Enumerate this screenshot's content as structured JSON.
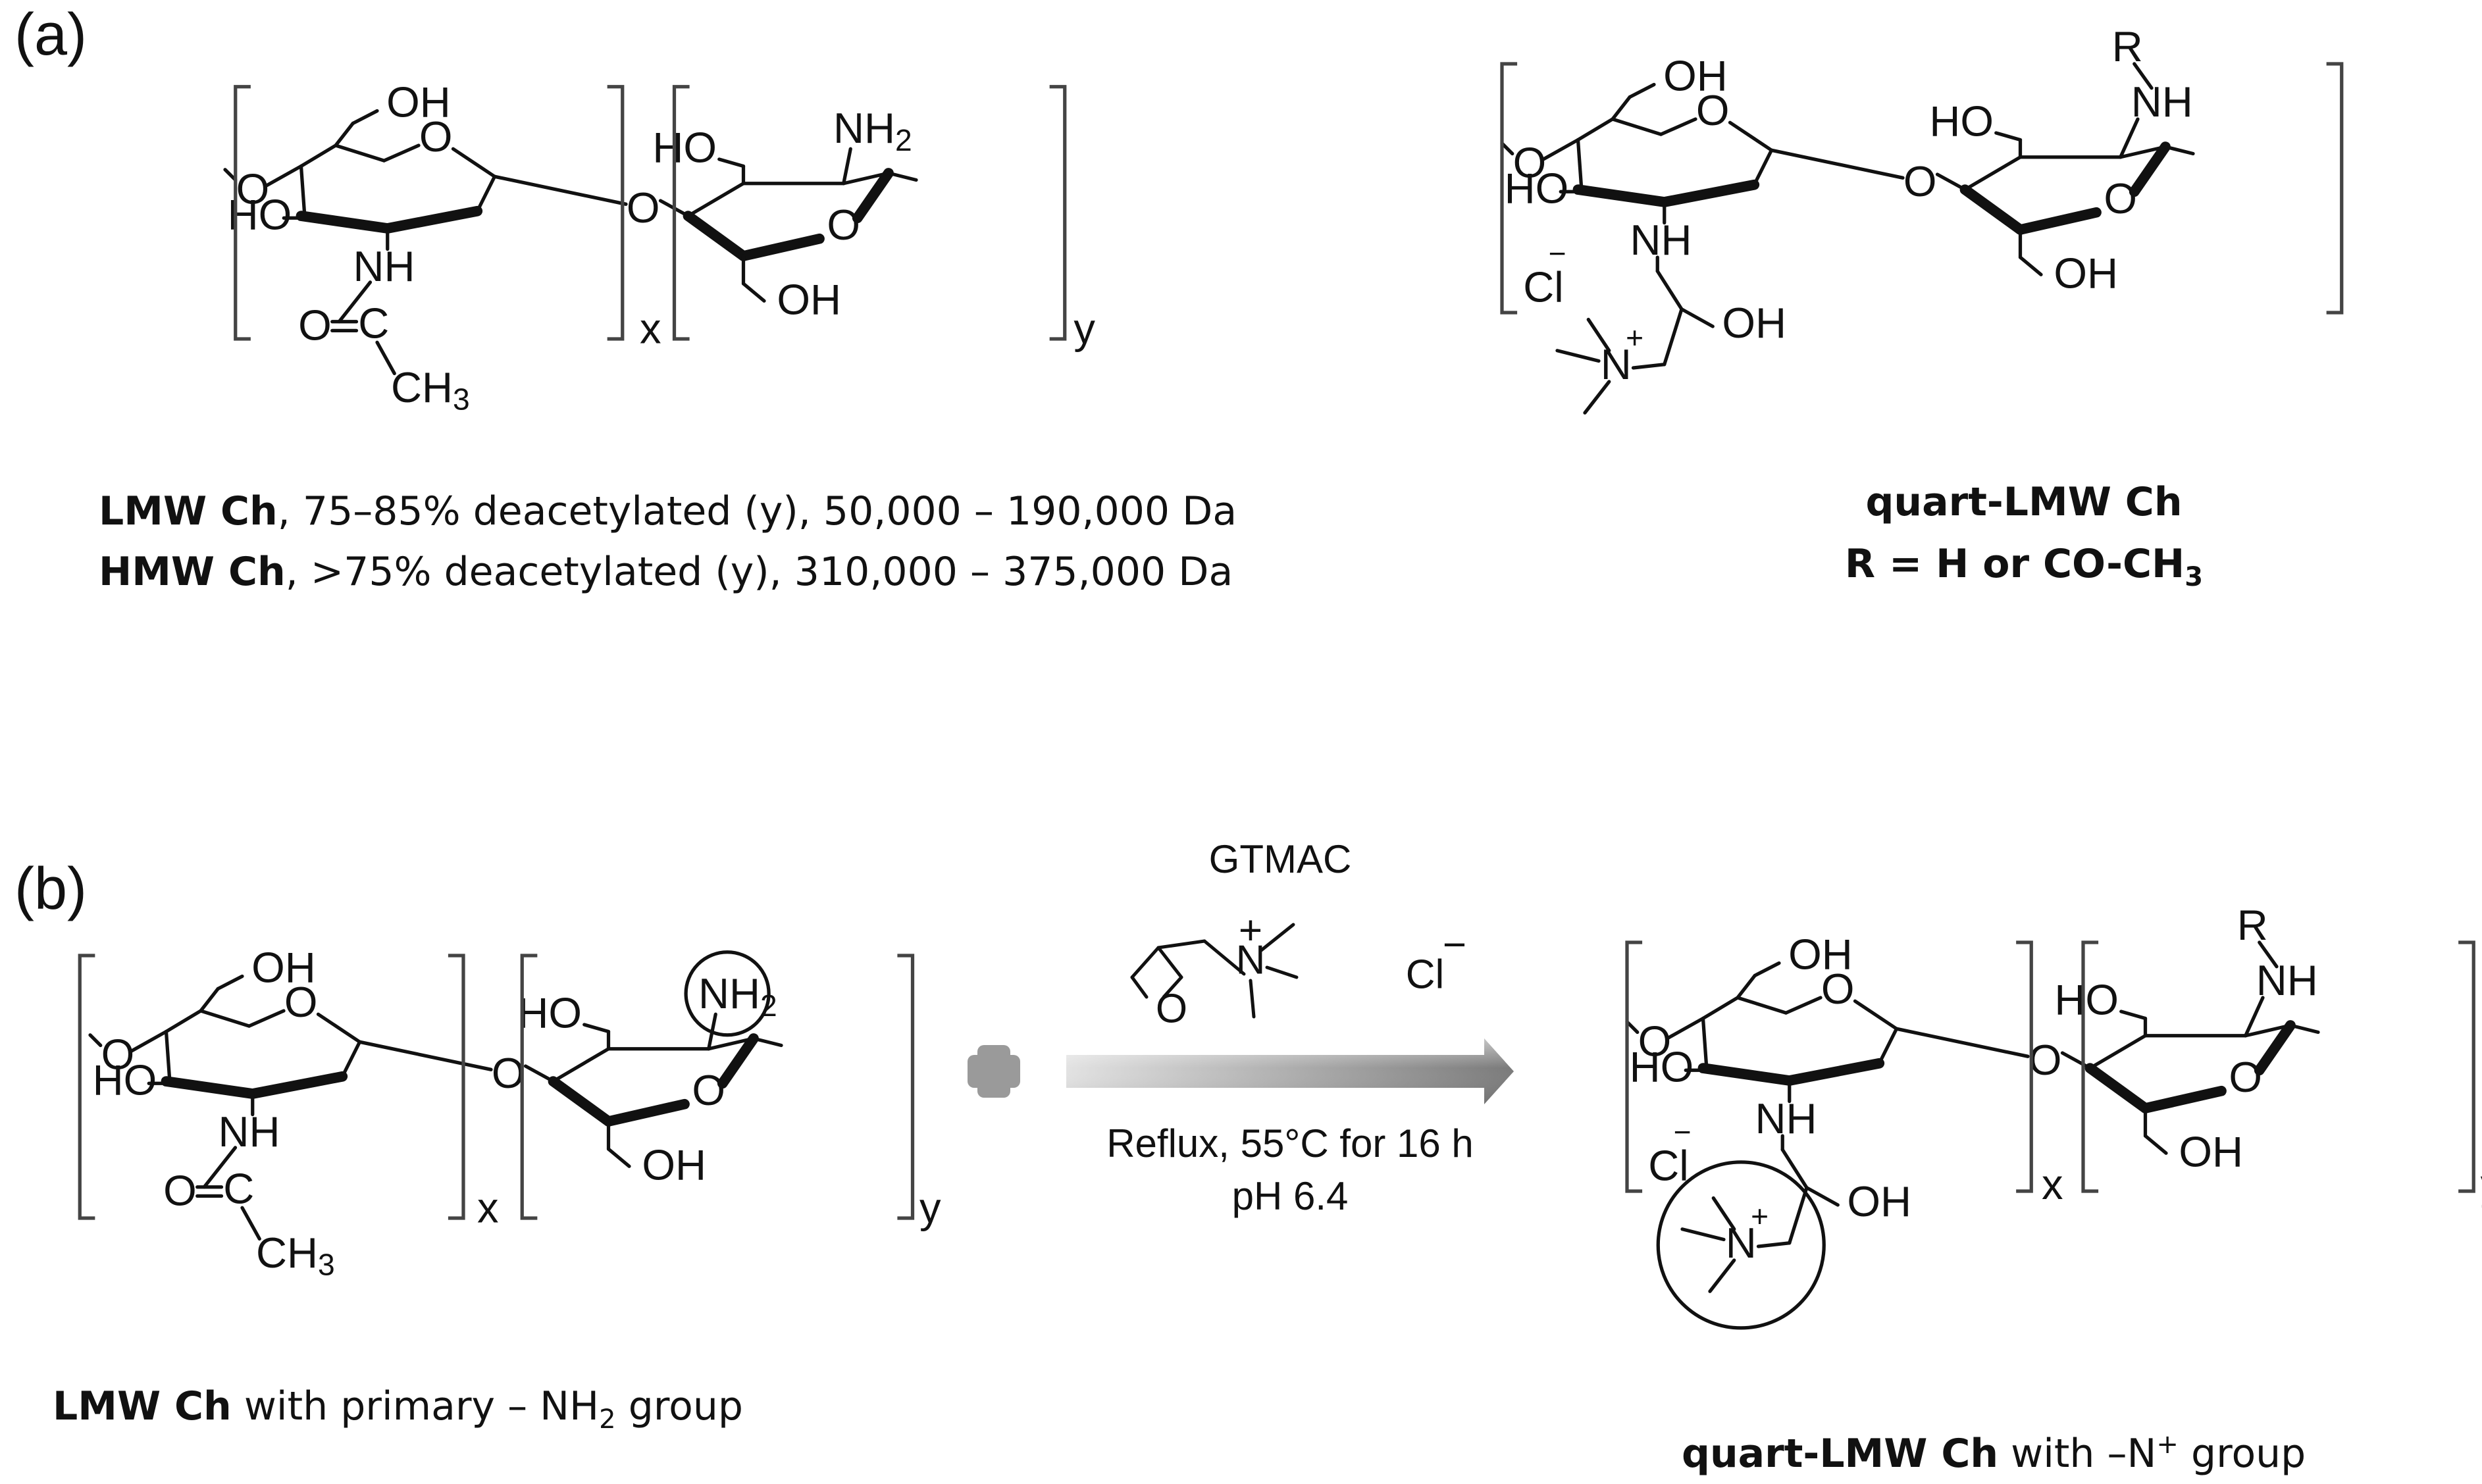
{
  "panels": {
    "a": {
      "label": "(a)",
      "caption_line1": {
        "bold": "LMW Ch",
        "rest": ", 75–85% deacetylated (y), 50,000 – 190,000 Da"
      },
      "caption_line2": {
        "bold": "HMW Ch",
        "rest": ", >75% deacetylated (y), 310,000 – 375,000 Da"
      },
      "product_name": "quart-LMW Ch",
      "r_definition": {
        "text": "R = H or CO-CH",
        "sub": "3"
      }
    },
    "b": {
      "label": "(b)",
      "reagent_name": "GTMAC",
      "reagent_charge": "+",
      "reagent_counterion": "Cl",
      "reagent_counterion_charge": "−",
      "conditions_line1": "Reflux, 55°C for 16 h",
      "conditions_line2": "pH 6.4",
      "reactant_caption": {
        "bold": "LMW Ch",
        "rest": " with primary – NH",
        "sub": "2",
        "tail": " group"
      },
      "product_caption": {
        "bold": "quart-LMW Ch",
        "rest": " with –N",
        "sup": "+",
        "tail": " group"
      }
    }
  },
  "structure_labels": {
    "oh": "OH",
    "ho": "HO",
    "o": "O",
    "nh": "NH",
    "nh2": "NH",
    "nh2_sub": "2",
    "r": "R",
    "carbonyl_o": "O",
    "carbonyl_c": "C",
    "ch3": "CH",
    "ch3_sub": "3",
    "n": "N",
    "plus": "+",
    "minus": "−",
    "cl": "Cl",
    "x": "x",
    "y": "y"
  },
  "colors": {
    "ink": "#111111",
    "arrow_dark": "#7a7a7a",
    "arrow_light": "#e2e2e2",
    "plus_sign": "#9a9a9a"
  }
}
